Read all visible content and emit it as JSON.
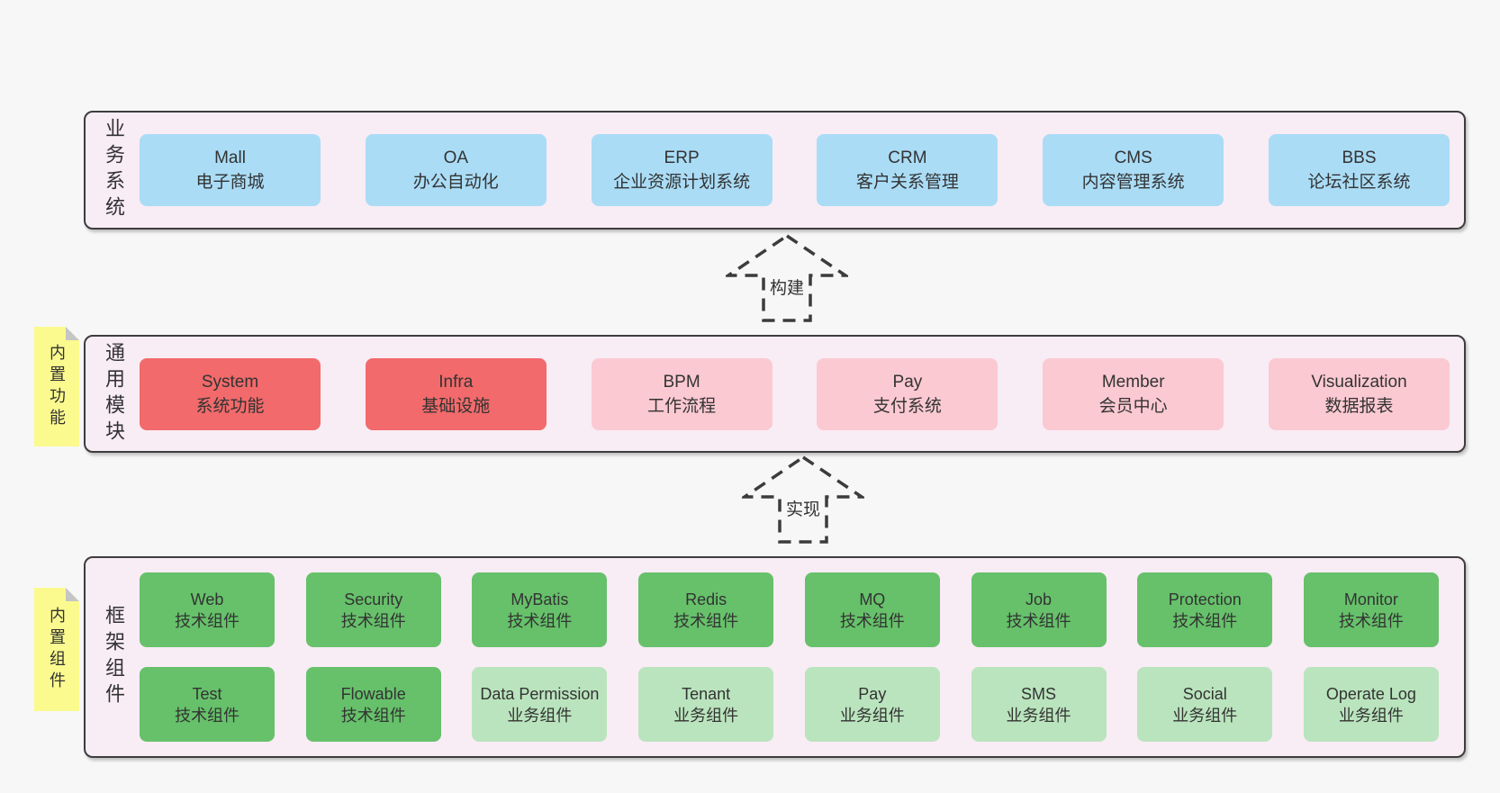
{
  "colors": {
    "page_bg": "#f7f7f7",
    "band_bg": "#f8ecf5",
    "band_border": "#3d3d3d",
    "box_blue": "#aadcf6",
    "box_red": "#f26a6b",
    "box_pink": "#fbc9d2",
    "box_green_dark": "#66c16a",
    "box_green_light": "#bae4bd",
    "sticky_yellow": "#fbfa8e",
    "sticky_fold": "#c5c5c6",
    "text": "#333333"
  },
  "bands": [
    {
      "label": "业务系统",
      "boxes": [
        {
          "en": "Mall",
          "zh": "电子商城"
        },
        {
          "en": "OA",
          "zh": "办公自动化"
        },
        {
          "en": "ERP",
          "zh": "企业资源计划系统"
        },
        {
          "en": "CRM",
          "zh": "客户关系管理"
        },
        {
          "en": "CMS",
          "zh": "内容管理系统"
        },
        {
          "en": "BBS",
          "zh": "论坛社区系统"
        }
      ]
    },
    {
      "label": "通用模块",
      "sticky": "内置功能",
      "boxes": [
        {
          "en": "System",
          "zh": "系统功能"
        },
        {
          "en": "Infra",
          "zh": "基础设施"
        },
        {
          "en": "BPM",
          "zh": "工作流程"
        },
        {
          "en": "Pay",
          "zh": "支付系统"
        },
        {
          "en": "Member",
          "zh": "会员中心"
        },
        {
          "en": "Visualization",
          "zh": "数据报表"
        }
      ]
    },
    {
      "label": "框架组件",
      "sticky": "内置组件",
      "row1": [
        {
          "en": "Web",
          "zh": "技术组件"
        },
        {
          "en": "Security",
          "zh": "技术组件"
        },
        {
          "en": "MyBatis",
          "zh": "技术组件"
        },
        {
          "en": "Redis",
          "zh": "技术组件"
        },
        {
          "en": "MQ",
          "zh": "技术组件"
        },
        {
          "en": "Job",
          "zh": "技术组件"
        },
        {
          "en": "Protection",
          "zh": "技术组件"
        },
        {
          "en": "Monitor",
          "zh": "技术组件"
        }
      ],
      "row2": [
        {
          "en": "Test",
          "zh": "技术组件"
        },
        {
          "en": "Flowable",
          "zh": "技术组件"
        },
        {
          "en": "Data Permission",
          "zh": "业务组件"
        },
        {
          "en": "Tenant",
          "zh": "业务组件"
        },
        {
          "en": "Pay",
          "zh": "业务组件"
        },
        {
          "en": "SMS",
          "zh": "业务组件"
        },
        {
          "en": "Social",
          "zh": "业务组件"
        },
        {
          "en": "Operate Log",
          "zh": "业务组件"
        }
      ]
    }
  ],
  "arrows": [
    {
      "label": "构建"
    },
    {
      "label": "实现"
    }
  ]
}
